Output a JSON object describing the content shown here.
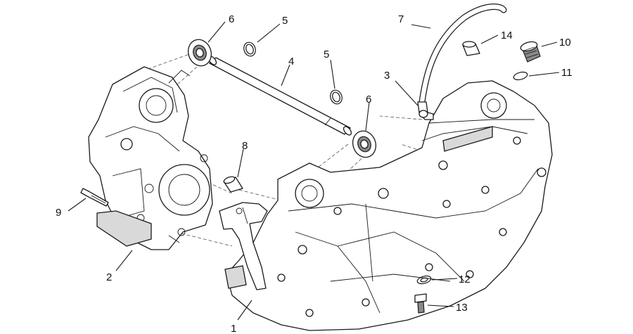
{
  "callouts": [
    {
      "id": "c1",
      "label": "1"
    },
    {
      "id": "c2",
      "label": "2"
    },
    {
      "id": "c3",
      "label": "3"
    },
    {
      "id": "c4",
      "label": "4"
    },
    {
      "id": "c5a",
      "label": "5"
    },
    {
      "id": "c5b",
      "label": "5"
    },
    {
      "id": "c6a",
      "label": "6"
    },
    {
      "id": "c6b",
      "label": "6"
    },
    {
      "id": "c7",
      "label": "7"
    },
    {
      "id": "c8",
      "label": "8"
    },
    {
      "id": "c9",
      "label": "9"
    },
    {
      "id": "c10",
      "label": "10"
    },
    {
      "id": "c11",
      "label": "11"
    },
    {
      "id": "c12",
      "label": "12"
    },
    {
      "id": "c13",
      "label": "13"
    },
    {
      "id": "c14",
      "label": "14"
    }
  ]
}
